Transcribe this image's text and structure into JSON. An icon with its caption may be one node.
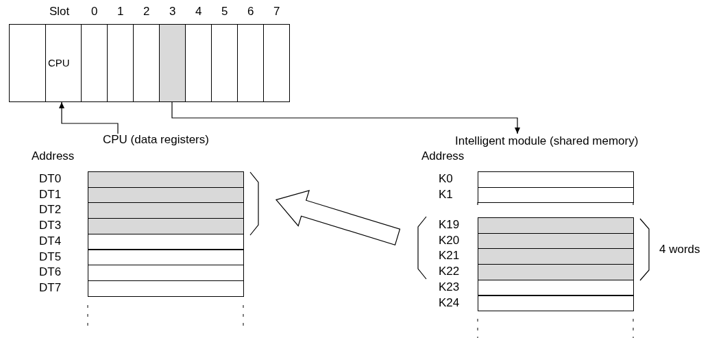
{
  "diagram": {
    "nodes": [
      {
        "text": [],
        "shape": "box"
      },
      {
        "text": [
          "CPU"
        ]
      },
      {
        "text": [],
        "shape": "box"
      },
      {
        "text": [],
        "shape": "box"
      },
      {
        "text": [],
        "shape": "box"
      },
      {
        "text": [],
        "shape": "box"
      },
      {
        "text": [],
        "shape": "box"
      },
      {
        "text": [],
        "shape": "box"
      },
      {
        "text": [],
        "shape": "box"
      },
      {
        "text": [],
        "shape": "box"
      },
      {
        "text": [
          "CPU (data registers)"
        ]
      },
      {
        "text": [
          "Intelligent module (shared memory)"
        ]
      },
      {
        "text": [],
        "shape": "box",
        "beside": [
          "DT0"
        ]
      },
      {
        "text": [],
        "shape": "box",
        "beside": [
          "DT1"
        ]
      },
      {
        "text": [],
        "shape": "box",
        "beside": [
          "DT2"
        ]
      },
      {
        "text": [],
        "shape": "box",
        "beside": [
          "DT3"
        ]
      },
      {
        "text": [],
        "shape": "box",
        "beside": [
          "DT4"
        ]
      },
      {
        "text": [],
        "shape": "box",
        "beside": [
          "DT5"
        ]
      },
      {
        "text": [],
        "shape": "box",
        "beside": [
          "DT6"
        ]
      },
      {
        "text": [],
        "shape": "box",
        "beside": [
          "DT7"
        ]
      },
      {
        "text": [],
        "shape": "box",
        "beside": [
          "K0"
        ]
      },
      {
        "text": [],
        "shape": "box",
        "beside": [
          "K1"
        ]
      },
      {
        "text": [],
        "shape": "box",
        "beside": [
          "K19"
        ]
      },
      {
        "text": [],
        "shape": "box",
        "beside": [
          "K20"
        ]
      },
      {
        "text": [],
        "shape": "box",
        "beside": [
          "K21"
        ]
      },
      {
        "text": [],
        "shape": "box",
        "beside": [
          "K22"
        ]
      },
      {
        "text": [],
        "shape": "box",
        "beside": [
          "K23"
        ]
      },
      {
        "text": [],
        "shape": "box",
        "beside": [
          "K24"
        ]
      }
    ],
    "edges": [
      {
        "from": 10,
        "to": 1,
        "arrow": "to"
      },
      {
        "from": 5,
        "to": 11,
        "arrow": "to"
      },
      {
        "from": 23,
        "to": 14,
        "arrow": "to",
        "style": "thick"
      }
    ],
    "labels": [
      "Slot",
      "0",
      "1",
      "2",
      "3",
      "4",
      "5",
      "6",
      "7",
      "Address",
      "Address",
      "4 words"
    ]
  }
}
